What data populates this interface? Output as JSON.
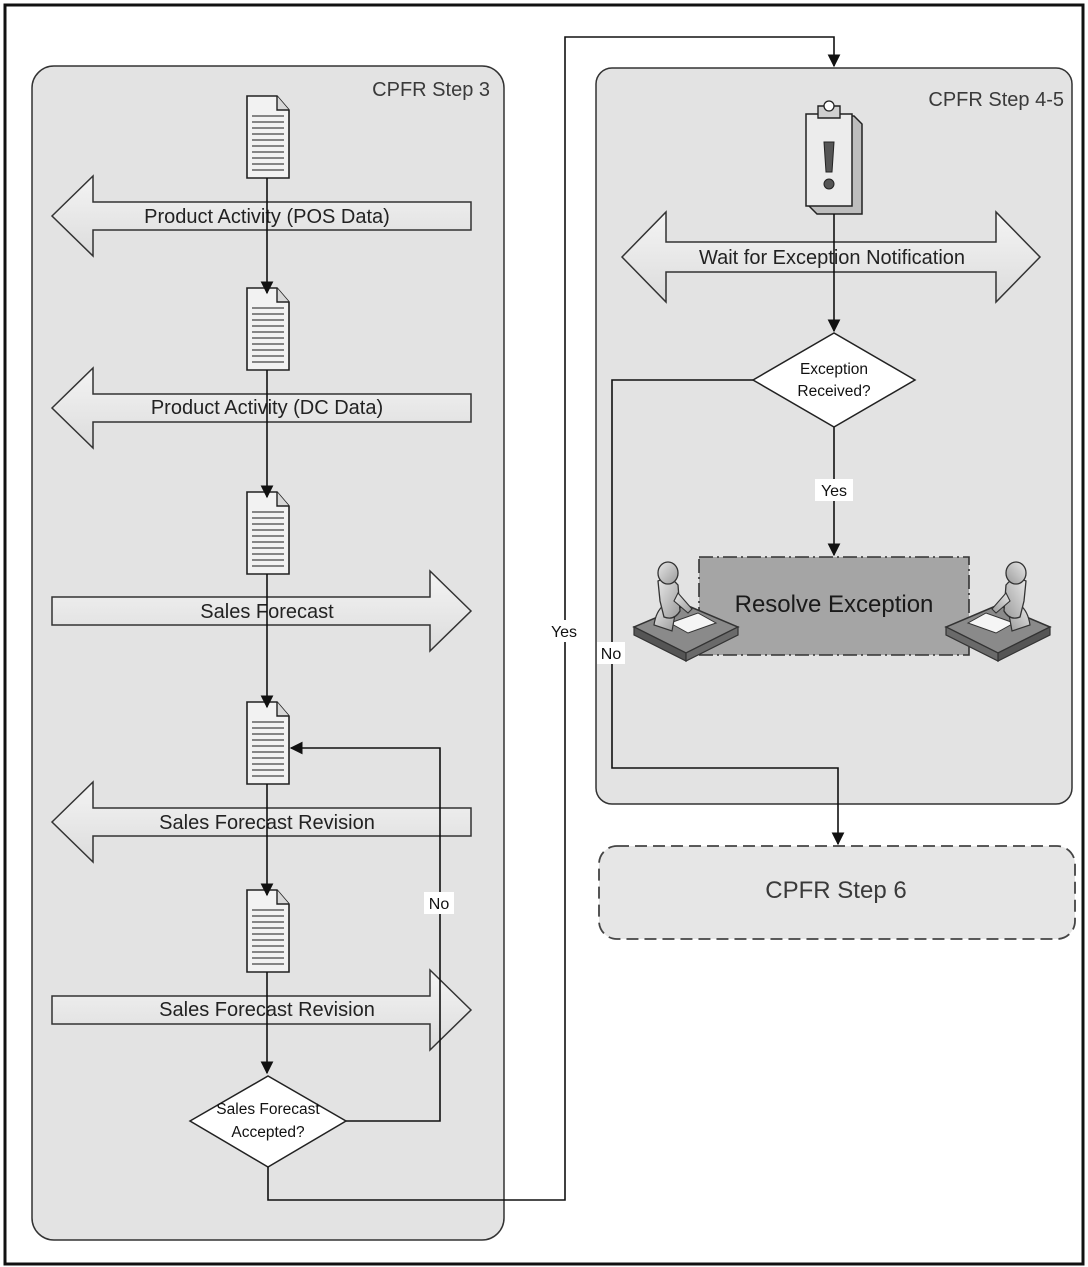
{
  "lanes": {
    "step3": "CPFR Step 3",
    "step45": "CPFR Step 4-5",
    "step6": "CPFR Step 6"
  },
  "messages": {
    "pos": "Product Activity (POS Data)",
    "dc": "Product Activity (DC Data)",
    "forecast": "Sales Forecast",
    "revision1": "Sales Forecast Revision",
    "revision2": "Sales Forecast Revision",
    "wait": "Wait for Exception Notification"
  },
  "decisions": {
    "accepted_line1": "Sales Forecast",
    "accepted_line2": "Accepted?",
    "exception_line1": "Exception",
    "exception_line2": "Received?"
  },
  "process": {
    "resolve": "Resolve Exception"
  },
  "edges": {
    "yes_main": "Yes",
    "no_loop": "No",
    "yes_exception": "Yes",
    "no_exception": "No"
  },
  "icons": {
    "document": "document-icon",
    "clipboard": "clipboard-alert-icon",
    "person": "person-at-desk-icon"
  }
}
